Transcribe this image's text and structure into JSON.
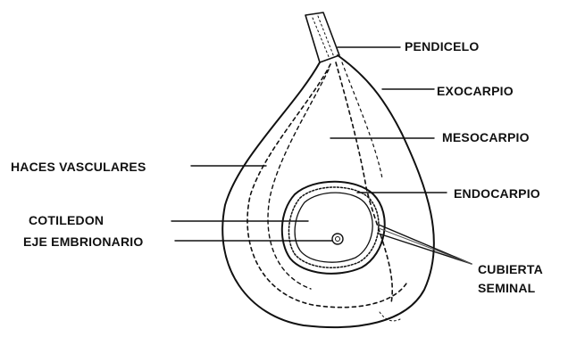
{
  "labels": {
    "pendicelo": "PENDICELO",
    "exocarpio": "EXOCARPIO",
    "mesocarpio": "MESOCARPIO",
    "haces_vasculares": "HACES VASCULARES",
    "endocarpio": "ENDOCARPIO",
    "cotiledon": "COTILEDON",
    "eje_embrionario": "EJE EMBRIONARIO",
    "cubierta_seminal_line1": "CUBIERTA",
    "cubierta_seminal_line2": "SEMINAL"
  },
  "colors": {
    "ink": "#111111",
    "background": "#ffffff"
  }
}
